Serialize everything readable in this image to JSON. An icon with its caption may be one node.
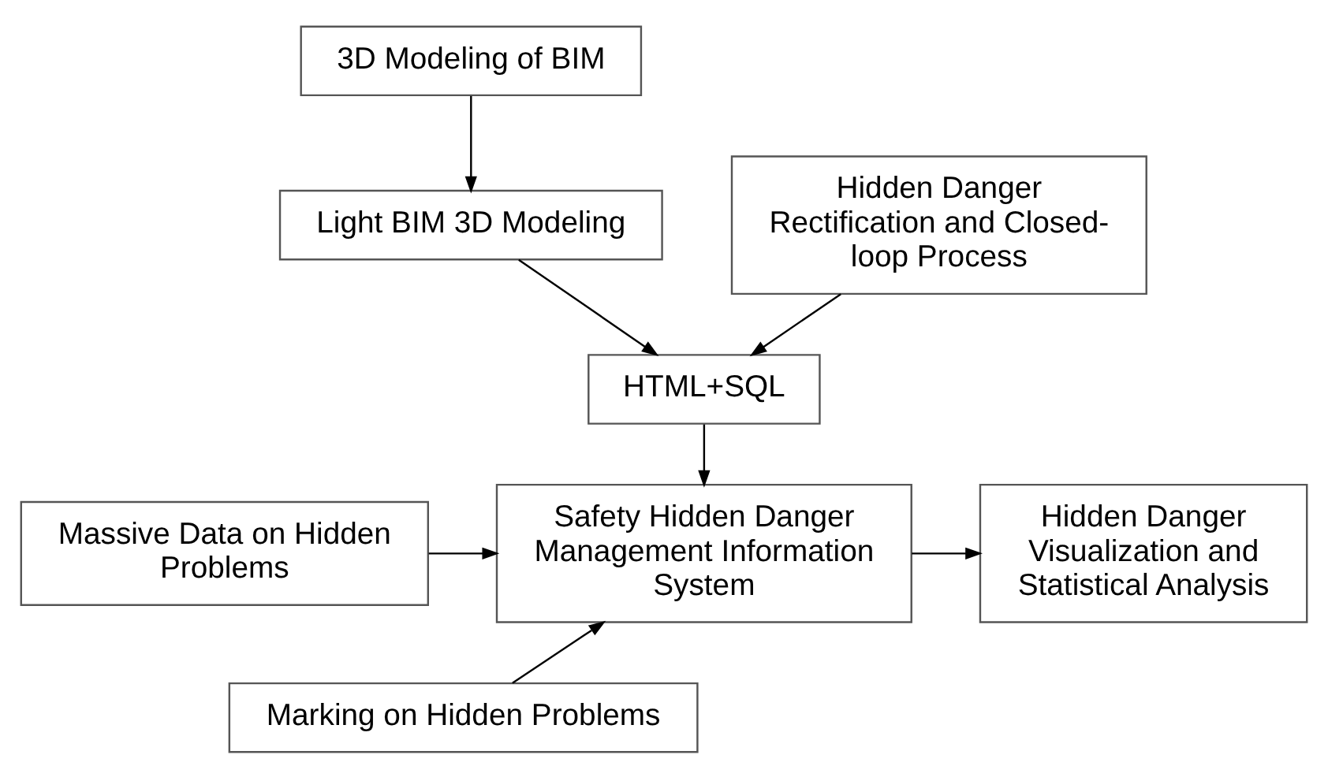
{
  "diagram": {
    "nodes": [
      {
        "text": [
          "3D Modeling of BIM"
        ]
      },
      {
        "text": [
          "Light BIM 3D Modeling"
        ]
      },
      {
        "text": [
          "Hidden Danger Rectification and Closed-loop Process"
        ]
      },
      {
        "text": [
          "HTML+SQL"
        ]
      },
      {
        "text": [
          "Massive Data on Hidden Problems"
        ]
      },
      {
        "text": [
          "Safety Hidden Danger Management Information System"
        ]
      },
      {
        "text": [
          "Hidden Danger Visualization and Statistical Analysis"
        ]
      },
      {
        "text": [
          "Marking on Hidden Problems"
        ]
      }
    ],
    "edges": [
      {
        "from": 0,
        "to": 1,
        "arrow": "to"
      },
      {
        "from": 1,
        "to": 3,
        "arrow": "to"
      },
      {
        "from": 2,
        "to": 3,
        "arrow": "to"
      },
      {
        "from": 3,
        "to": 5,
        "arrow": "to"
      },
      {
        "from": 4,
        "to": 5,
        "arrow": "to"
      },
      {
        "from": 7,
        "to": 5,
        "arrow": "to"
      },
      {
        "from": 5,
        "to": 6,
        "arrow": "to"
      }
    ]
  }
}
